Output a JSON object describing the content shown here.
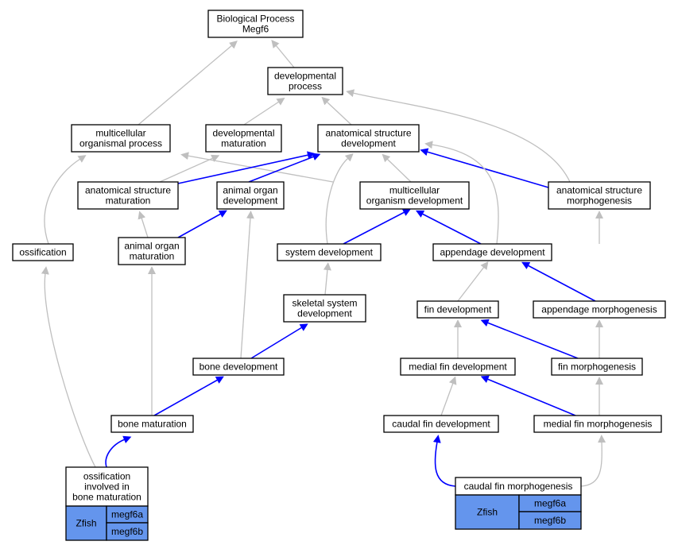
{
  "nodes": {
    "root": [
      "Biological Process",
      "Megf6"
    ],
    "developmental_process": [
      "developmental",
      "process"
    ],
    "multicellular_organismal_process": [
      "multicellular",
      "organismal process"
    ],
    "developmental_maturation": [
      "developmental",
      "maturation"
    ],
    "anatomical_structure_development": [
      "anatomical structure",
      "development"
    ],
    "anatomical_structure_maturation": [
      "anatomical structure",
      "maturation"
    ],
    "animal_organ_development": [
      "animal organ",
      "development"
    ],
    "multicellular_organism_development": [
      "multicellular",
      "organism development"
    ],
    "anatomical_structure_morphogenesis": [
      "anatomical structure",
      "morphogenesis"
    ],
    "ossification": [
      "ossification"
    ],
    "animal_organ_maturation": [
      "animal organ",
      "maturation"
    ],
    "system_development": [
      "system development"
    ],
    "appendage_development": [
      "appendage development"
    ],
    "skeletal_system_development": [
      "skeletal system",
      "development"
    ],
    "fin_development": [
      "fin development"
    ],
    "appendage_morphogenesis": [
      "appendage morphogenesis"
    ],
    "bone_development": [
      "bone development"
    ],
    "medial_fin_development": [
      "medial fin development"
    ],
    "fin_morphogenesis": [
      "fin morphogenesis"
    ],
    "bone_maturation": [
      "bone maturation"
    ],
    "caudal_fin_development": [
      "caudal fin development"
    ],
    "medial_fin_morphogenesis": [
      "medial fin morphogenesis"
    ],
    "ossification_bone_maturation": [
      "ossification",
      "involved in",
      "bone maturation"
    ],
    "caudal_fin_morphogenesis": [
      "caudal fin morphogenesis"
    ]
  },
  "annotations": {
    "ossification_bone_maturation": {
      "species": "Zfish",
      "genes": [
        "megf6a",
        "megf6b"
      ]
    },
    "caudal_fin_morphogenesis": {
      "species": "Zfish",
      "genes": [
        "megf6a",
        "megf6b"
      ]
    }
  },
  "edge_colors": {
    "is_a": "#bfbfbf",
    "part_of": "#0000ff",
    "annotation_fill": "#6495ed"
  }
}
